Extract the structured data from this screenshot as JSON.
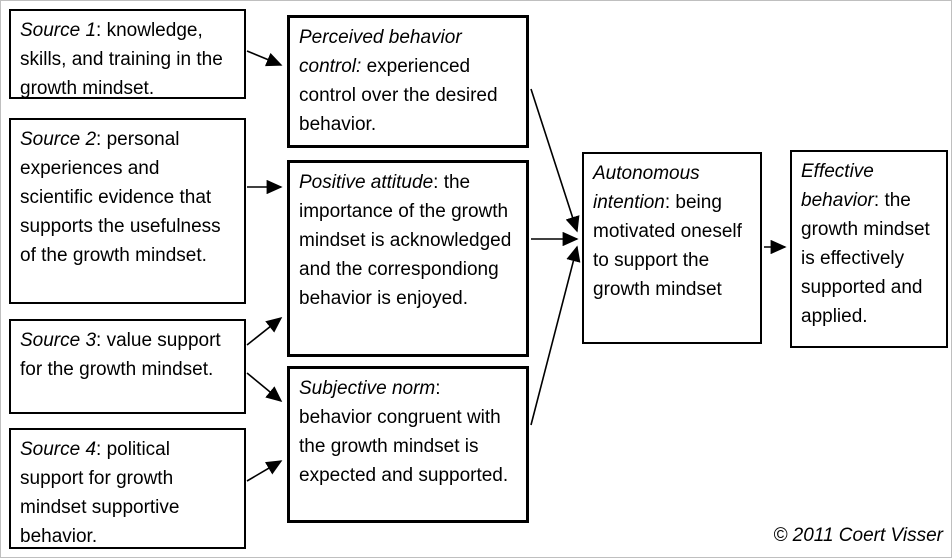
{
  "boxes": {
    "source1": {
      "lead": "Source 1",
      "rest": ": knowledge, skills, and training in the growth mindset."
    },
    "source2": {
      "lead": "Source 2",
      "rest": ": personal experiences and scientific evidence that supports the usefulness of the growth mindset."
    },
    "source3": {
      "lead": "Source 3",
      "rest": ": value support for the growth mindset."
    },
    "source4": {
      "lead": "Source 4",
      "rest": ": political support for growth mindset supportive behavior."
    },
    "perceived_behavior_control": {
      "lead": "Perceived behavior control:",
      "rest": " experienced control over the desired behavior."
    },
    "positive_attitude": {
      "lead": "Positive attitude",
      "rest": ": the importance of the growth mindset is acknowledged and the correspondiong behavior is enjoyed."
    },
    "subjective_norm": {
      "lead": "Subjective norm",
      "rest": ": behavior congruent with the growth mindset is expected and supported."
    },
    "autonomous_intention": {
      "lead": "Autonomous intention",
      "rest": ": being motivated oneself to support the growth mindset"
    },
    "effective_behavior": {
      "lead": "Effective behavior",
      "rest": ": the growth mindset is effectively supported and applied."
    }
  },
  "footer": {
    "copyright": "© 2011 Coert Visser"
  },
  "colors": {
    "line": "#000000",
    "background": "#ffffff"
  }
}
